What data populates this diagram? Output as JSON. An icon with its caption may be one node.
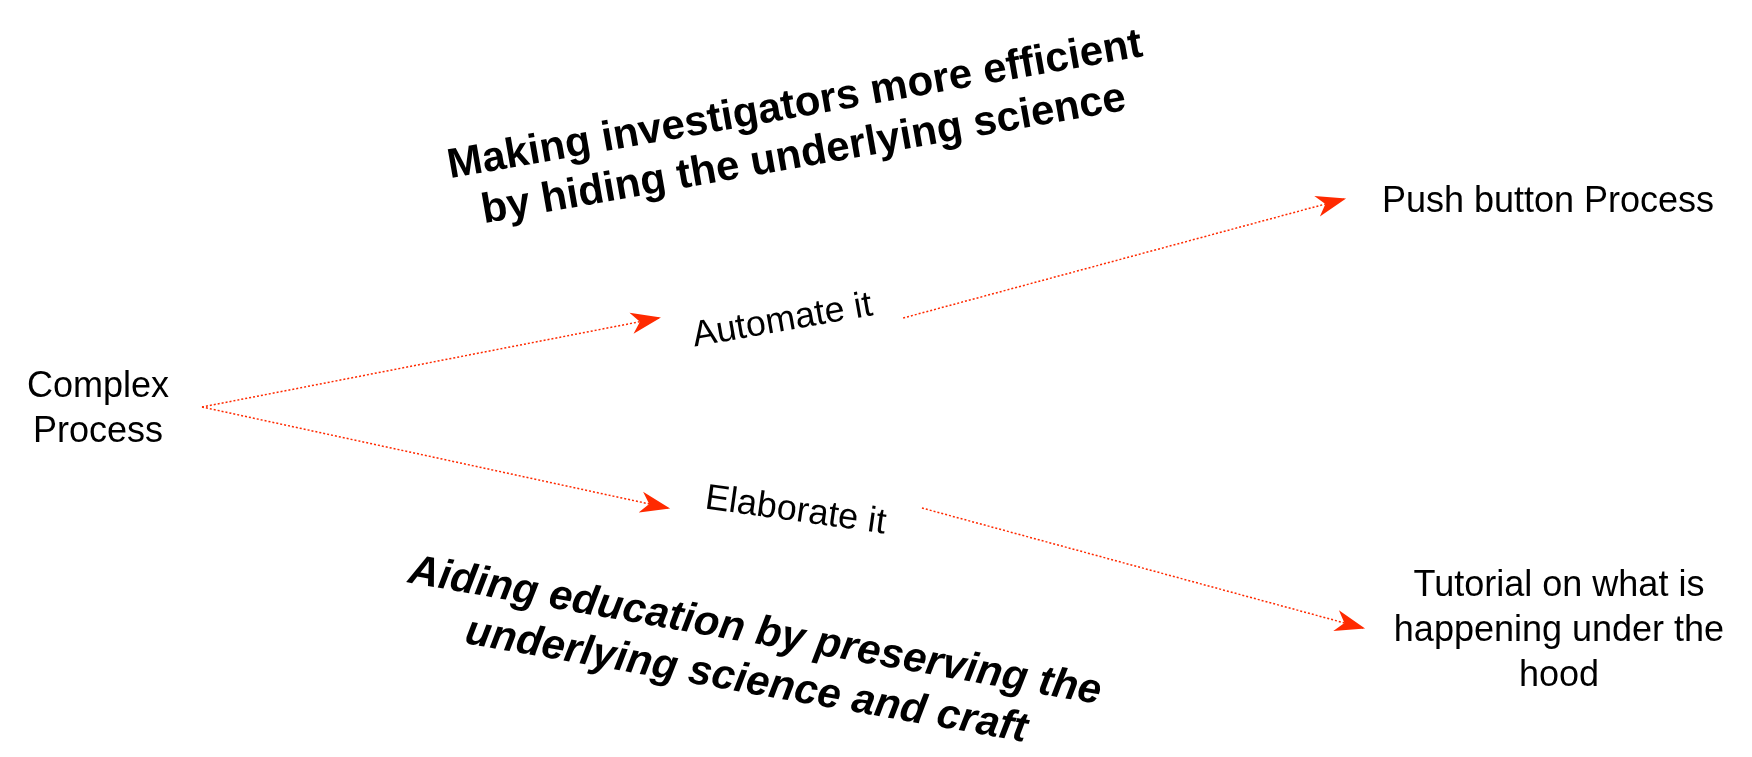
{
  "diagram": {
    "nodes": [
      {
        "text": [
          "Complex Process"
        ]
      },
      {
        "text": [
          "Automate it"
        ]
      },
      {
        "text": [
          "Elaborate it"
        ]
      },
      {
        "text": [
          "Push button Process"
        ]
      },
      {
        "text": [
          "Tutorial on what is happening under the hood"
        ]
      }
    ],
    "edges": [
      {
        "from": 0,
        "to": 1,
        "arrow": "to",
        "style": "dashed"
      },
      {
        "from": 1,
        "to": 3,
        "arrow": "to",
        "style": "dashed"
      },
      {
        "from": 0,
        "to": 2,
        "arrow": "to",
        "style": "dashed"
      },
      {
        "from": 2,
        "to": 4,
        "arrow": "to",
        "style": "dashed"
      }
    ],
    "labels": [
      "Making investigators more efficient by hiding the underlying science",
      "Aiding education by preserving the underlying science and craft"
    ]
  }
}
